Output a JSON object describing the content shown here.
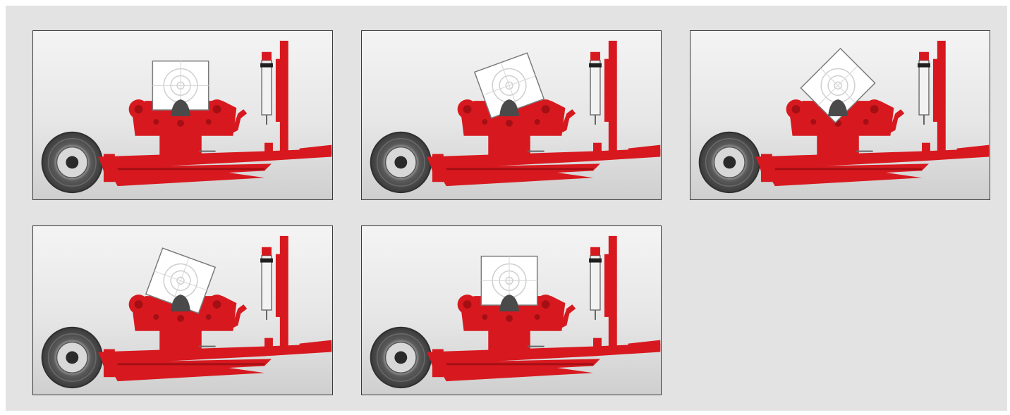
{
  "panels": [
    {
      "id": "stage-1",
      "target_tilt_deg": 0
    },
    {
      "id": "stage-2",
      "target_tilt_deg": -20
    },
    {
      "id": "stage-3",
      "target_tilt_deg": -45
    },
    {
      "id": "stage-4",
      "target_tilt_deg": 20
    },
    {
      "id": "stage-5",
      "target_tilt_deg": 0
    }
  ],
  "colors": {
    "background": "#e3e3e3",
    "machine": "#d7191f",
    "machine_shadow": "#a40f14",
    "tire": "#555555",
    "target": "#ffffff"
  }
}
